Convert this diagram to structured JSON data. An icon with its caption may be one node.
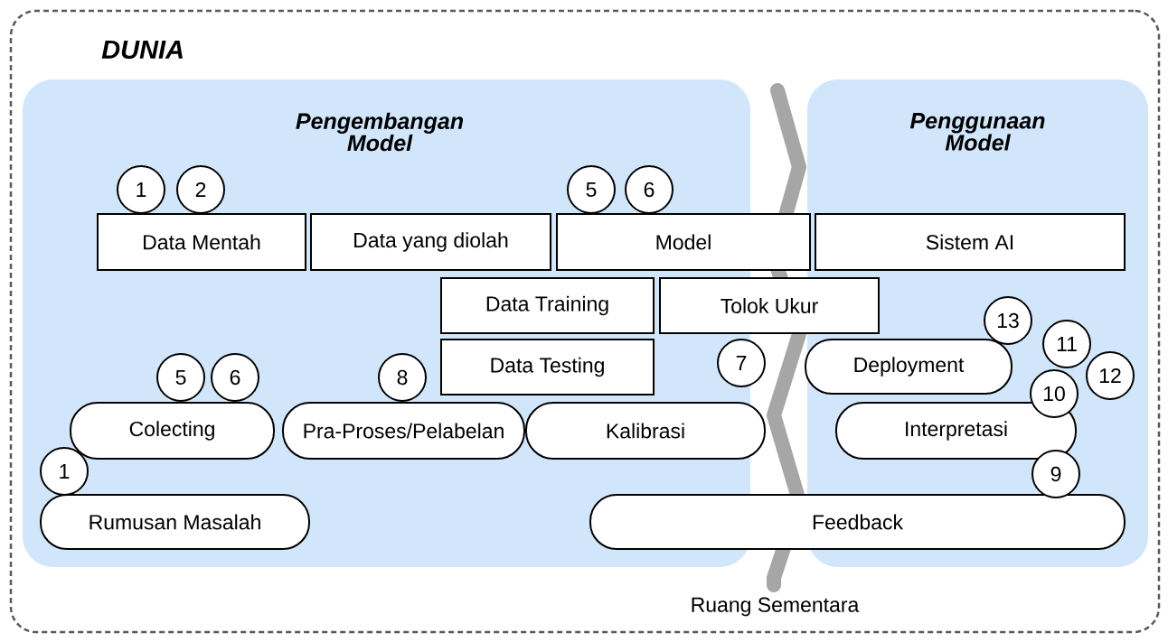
{
  "diagram": {
    "nodes": [
      {
        "text": [
          "DUNIA"
        ]
      },
      {
        "text": [
          "Pengembangan Model"
        ],
        "in": 0
      },
      {
        "text": [
          "Penggunaan Model"
        ],
        "in": 0
      },
      {
        "text": [
          "1"
        ],
        "in": 1
      },
      {
        "text": [
          "2"
        ],
        "in": 1
      },
      {
        "text": [
          "5"
        ],
        "in": 1
      },
      {
        "text": [
          "6"
        ],
        "in": 1
      },
      {
        "text": [
          "Data Mentah"
        ],
        "in": 1
      },
      {
        "text": [
          "Data yang diolah"
        ],
        "in": 1
      },
      {
        "text": [
          "Model"
        ],
        "in": 0
      },
      {
        "text": [
          "Sistem AI"
        ],
        "in": 2
      },
      {
        "text": [
          "Data Training"
        ],
        "in": 1
      },
      {
        "text": [
          "Tolok Ukur"
        ],
        "in": 0
      },
      {
        "text": [
          "13"
        ],
        "in": 2
      },
      {
        "text": [
          "11"
        ],
        "in": 2
      },
      {
        "text": [
          "Data Testing"
        ],
        "in": 1
      },
      {
        "text": [
          "7"
        ],
        "in": 0
      },
      {
        "text": [
          "Deployment"
        ],
        "in": 2
      },
      {
        "text": [
          "12"
        ],
        "in": 2
      },
      {
        "text": [
          "5"
        ],
        "in": 1
      },
      {
        "text": [
          "6"
        ],
        "in": 1
      },
      {
        "text": [
          "8"
        ],
        "in": 1
      },
      {
        "text": [
          "10"
        ],
        "in": 2
      },
      {
        "text": [
          "Colecting"
        ],
        "in": 1
      },
      {
        "text": [
          "Pra-Proses/Pelabelan"
        ],
        "in": 1
      },
      {
        "text": [
          "Kalibrasi"
        ],
        "in": 0
      },
      {
        "text": [
          "Interpretasi"
        ],
        "in": 2
      },
      {
        "text": [
          "1"
        ],
        "in": 1
      },
      {
        "text": [
          "9"
        ],
        "in": 2
      },
      {
        "text": [
          "Rumusan Masalah"
        ],
        "in": 1
      },
      {
        "text": [
          "Feedback"
        ],
        "in": 0
      }
    ],
    "labels": [
      "Ruang Sementara"
    ]
  }
}
